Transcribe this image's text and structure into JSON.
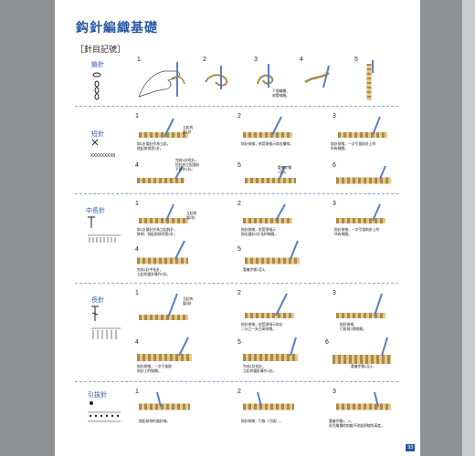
{
  "page": {
    "title": "鈎針編織基礎",
    "subtitle": "［針目記號］",
    "page_number": "93"
  },
  "sections": [
    {
      "name": "鎖針",
      "steps": [
        {
          "num": "1",
          "caption": ""
        },
        {
          "num": "2",
          "caption": ""
        },
        {
          "num": "3",
          "caption": "下個編織，\n收緊線圈。"
        },
        {
          "num": "4",
          "caption": ""
        },
        {
          "num": "5",
          "caption": ""
        }
      ]
    },
    {
      "name": "短針",
      "steps": [
        {
          "num": "1",
          "caption": "鈎1針鎖針作為立起，\n挑起前排第2針。",
          "callout": "立起的\n鎖1針"
        },
        {
          "num": "2",
          "caption": "鈎針掛線，依箭頭指示鈎出織線。"
        },
        {
          "num": "3",
          "caption": "鈎針掛線，一次引拔鈎針上的\n所有線圈。"
        },
        {
          "num": "4",
          "caption": "",
          "callout": "完成1針短針。\n短針的立起鎖針\n不算作1針。"
        },
        {
          "num": "5",
          "caption": "",
          "callout": "重複步驟\n1至3。"
        },
        {
          "num": "6",
          "caption": ""
        }
      ]
    },
    {
      "name": "中長針",
      "steps": [
        {
          "num": "1",
          "caption": "鈎1針鎖針作為立起鈎針，\n掛線，挑起前排的第2針。",
          "callout": "立起的\n鎖2針"
        },
        {
          "num": "2",
          "caption": "鈎針掛線，依箭頭指示\n鈎出鎖針2針長的線圈。"
        },
        {
          "num": "3",
          "caption": "鈎針掛線，一次引拔鈎針上的\n所有線圈。"
        },
        {
          "num": "4",
          "caption": "完成1針中長針，\n立起的鎖針算作1針。"
        },
        {
          "num": "5",
          "caption": "重複步驟1至3。"
        }
      ]
    },
    {
      "name": "長針",
      "steps": [
        {
          "num": "1",
          "caption": "",
          "callout": "立起的\n鎖3針"
        },
        {
          "num": "2",
          "caption": "鈎針掛線，依箭頭指示鈎出\n二分之一針目高的線。"
        },
        {
          "num": "3",
          "caption": "鈎針掛線，\n引拔前2個線圈。"
        },
        {
          "num": "4",
          "caption": "鈎針掛線，一次引拔餘\n鈎針上的線圈。"
        },
        {
          "num": "5",
          "caption": "完成1針長針，\n立起的鎖針算作1針。"
        },
        {
          "num": "6",
          "caption": "重複步驟1至4。"
        }
      ]
    },
    {
      "name": "引拔針",
      "steps": [
        {
          "num": "1",
          "caption": "挑起前排的鎖針線。"
        },
        {
          "num": "2",
          "caption": "鈎針掛線，引拔（引拔）。"
        },
        {
          "num": "3",
          "caption": "重複步驟1、2，\n針目緩慢地鈎編不改變原線的高度。"
        }
      ]
    }
  ],
  "colors": {
    "accent": "#2a5aa3",
    "yarn": "#e6c98a",
    "yarn_outline": "#a88a4a",
    "hook": "#5b7ec0"
  }
}
